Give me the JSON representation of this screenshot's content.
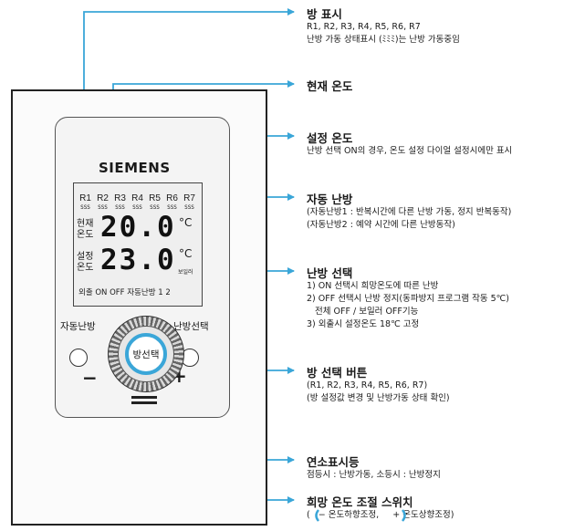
{
  "device": {
    "brand": "SIEMENS",
    "rooms": [
      "R1",
      "R2",
      "R3",
      "R4",
      "R5",
      "R6",
      "R7"
    ],
    "heat_symbol": "SSS",
    "current_temp_label_1": "현재",
    "current_temp_label_2": "온도",
    "current_temp_value": "20.0",
    "set_temp_label_1": "설정",
    "set_temp_label_2": "온도",
    "set_temp_value": "23.0",
    "unit": "°C",
    "boiler_label": "보일러",
    "status_line": "외출   ON  OFF  자동난방  1  2",
    "auto_button_label": "자동난방",
    "heat_button_label": "난방선택",
    "room_button_label": "방선택",
    "minus": "−",
    "plus": "+"
  },
  "annotations": {
    "room_display": {
      "title": "방 표시",
      "lines": [
        "R1, R2, R3, R4, R5, R6, R7",
        "난방 가동 상태표시 (ﾐﾐﾐ)는 난방 가동중임"
      ]
    },
    "current_temp": {
      "title": "현재 온도",
      "lines": []
    },
    "set_temp": {
      "title": "설정 온도",
      "lines": [
        "난방 선택 ON의 경우, 온도 설정 다이얼 설정시에만 표시"
      ]
    },
    "auto_heat": {
      "title": "자동 난방",
      "lines": [
        "(자동난방1 : 반복시간에 다른 난방 가동, 정지 반복동작)",
        "(자동난방2 : 예약 시간에 다른 난방동작)"
      ]
    },
    "heat_select": {
      "title": "난방 선택",
      "lines": [
        "1) ON 선택시 희망온도에 따른 난방",
        "2) OFF 선택시 난방 정지(동파방지 프로그램 작동 5℃)",
        "   전체 OFF / 보일러 OFF기능",
        "3) 외출시 설정온도 18℃ 고정"
      ]
    },
    "room_button": {
      "title": "방 선택 버튼",
      "lines": [
        "(R1, R2, R3, R4, R5, R6, R7)",
        "(방 설정값 변경 및 난방가동 상태 확인)"
      ]
    },
    "combustion_lamp": {
      "title": "연소표시등",
      "lines": [
        "점등시 : 난방가동, 소등시 : 난방정지"
      ]
    },
    "temp_dial": {
      "title": "희망 온도 조절 스위치",
      "lines": [
        "(   − 온도하향조정,     + 온도상향조정)"
      ]
    }
  },
  "colors": {
    "arrow": "#3aa6d8",
    "text": "#1a1a1a",
    "ring": "#3aa6d8"
  }
}
